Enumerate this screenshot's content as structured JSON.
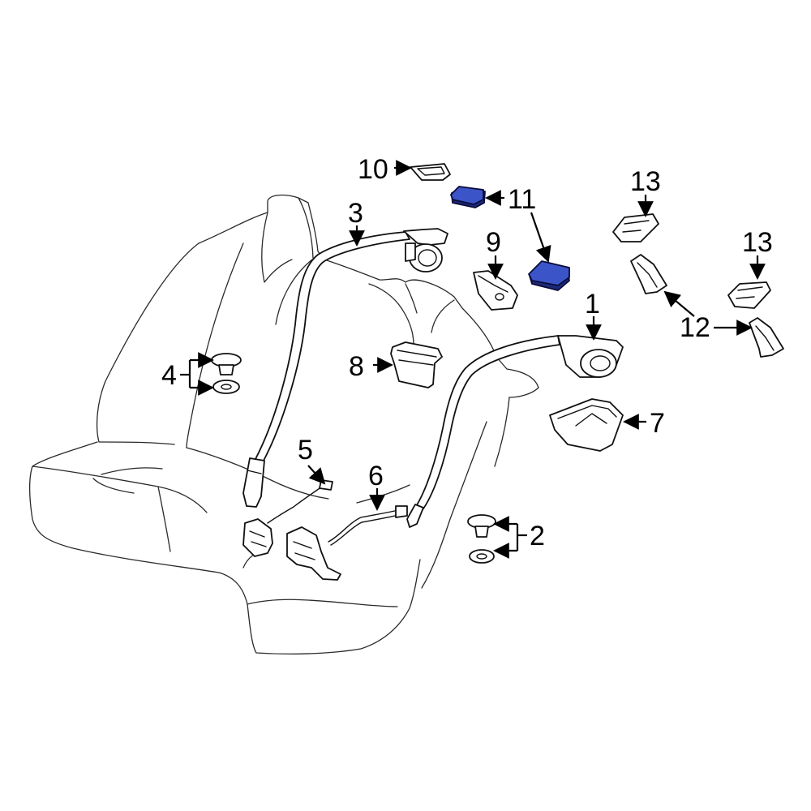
{
  "colors": {
    "background": "#ffffff",
    "line": "#111111",
    "highlight_fill": "#3b55c8",
    "highlight_shadow": "#1c2a78"
  },
  "callouts": {
    "c1": "1",
    "c2": "2",
    "c3": "3",
    "c4": "4",
    "c5": "5",
    "c6": "6",
    "c7": "7",
    "c8": "8",
    "c9": "9",
    "c10": "10",
    "c11": "11",
    "c12": "12",
    "c13a": "13",
    "c13b": "13"
  },
  "highlighted_parts": [
    "11"
  ]
}
